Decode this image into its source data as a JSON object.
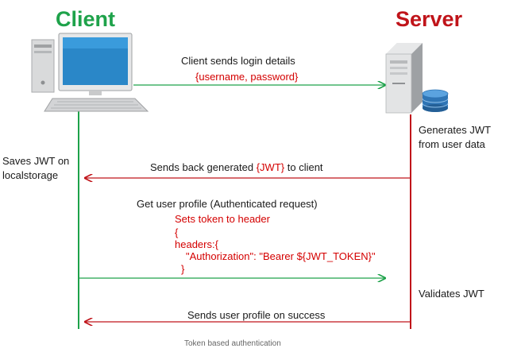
{
  "colors": {
    "client": "#1ea24a",
    "server": "#c0141a",
    "payload": "#d40000",
    "text": "#1a1a1a"
  },
  "actors": {
    "client": {
      "label": "Client",
      "icon": "desktop-computer-icon"
    },
    "server": {
      "label": "Server",
      "icon": "server-database-icon"
    }
  },
  "messages": [
    {
      "label": "Client sends login details",
      "payload": "{username, password}",
      "direction": "client-to-server"
    },
    {
      "prefix": "Sends back generated ",
      "highlight": "{JWT}",
      "suffix": " to client",
      "direction": "server-to-client"
    },
    {
      "label": "Get user profile (Authenticated request)",
      "payload_lines": [
        "Sets token to header",
        "{",
        "headers:{",
        "\"Authorization\": \"Bearer ${JWT_TOKEN}\"",
        "}"
      ],
      "direction": "client-to-server"
    },
    {
      "label": "Sends user profile on success",
      "direction": "server-to-client"
    }
  ],
  "notes": {
    "server_generate": [
      "Generates JWT",
      "from user data"
    ],
    "client_save": [
      "Saves JWT on",
      "localstorage"
    ],
    "server_validate": "Validates JWT"
  },
  "caption": "Token based authentication"
}
